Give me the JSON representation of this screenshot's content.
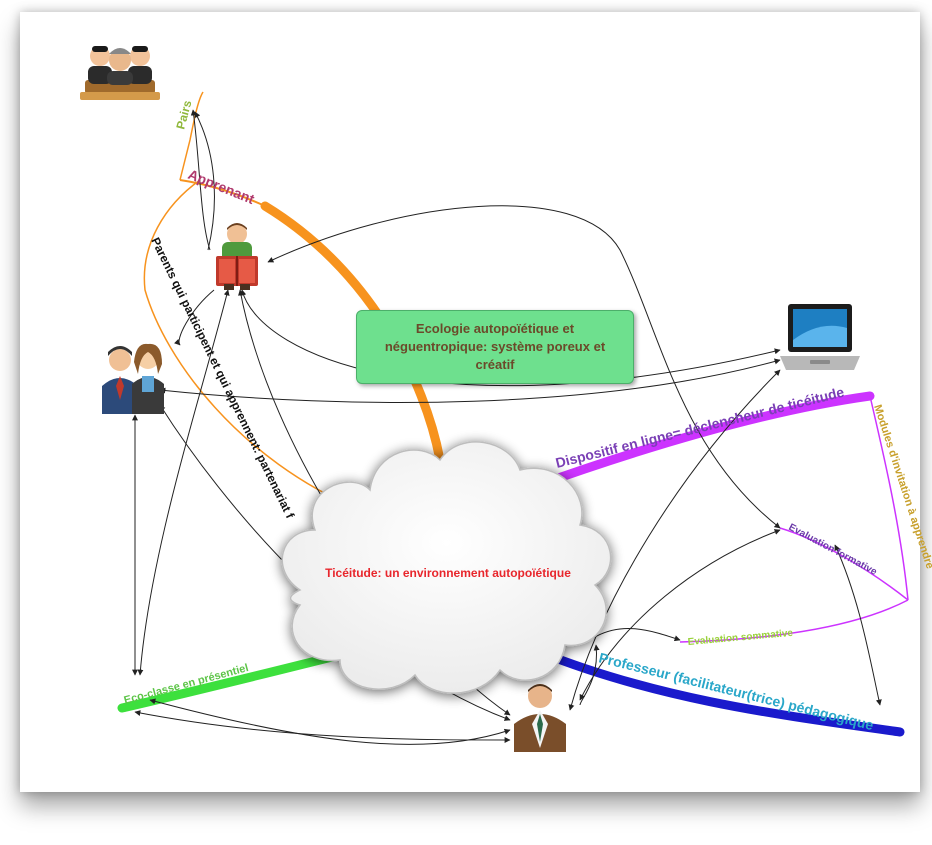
{
  "central": {
    "cloud_label": "Ticéitude: un environnement  autopoïétique",
    "eco_box": "Ecologie autopoïétique et néguentropique: système poreux et créatif"
  },
  "branches": {
    "apprenant": "Apprenant",
    "pairs": "Pairs",
    "parents": "Parents qui participent et qui apprennent: partenariat f",
    "dispositif": "Dispositif en ligne= déclencheur de ticéitude",
    "modules": "Modules d'invitation à apprendre",
    "eval_formative": "Evaluation formative",
    "eval_sommative": "Evaluation sommative",
    "professeur": "Professeur (facilitateur(trice) pédagogique",
    "eco_classe": "Eco-classe en présentiel"
  },
  "icons": {
    "pairs": "group-of-people-icon",
    "apprenant": "student-reading-icon",
    "parents": "couple-icon",
    "dispositif": "laptop-icon",
    "professeur": "teacher-icon"
  },
  "colors": {
    "apprenant": "#f7931e",
    "dispositif": "#cc33ff",
    "professeur": "#1a1acc",
    "eco_classe": "#3de03d",
    "pairs_label": "#8fb83a",
    "apprenant_label": "#b03a6e",
    "dispositif_label": "#7a3fb5",
    "professeur_label": "#2aa7c9",
    "eco_classe_label": "#5cc447",
    "cloud_label": "#e8262c",
    "eco_box": "#6ee08e"
  }
}
